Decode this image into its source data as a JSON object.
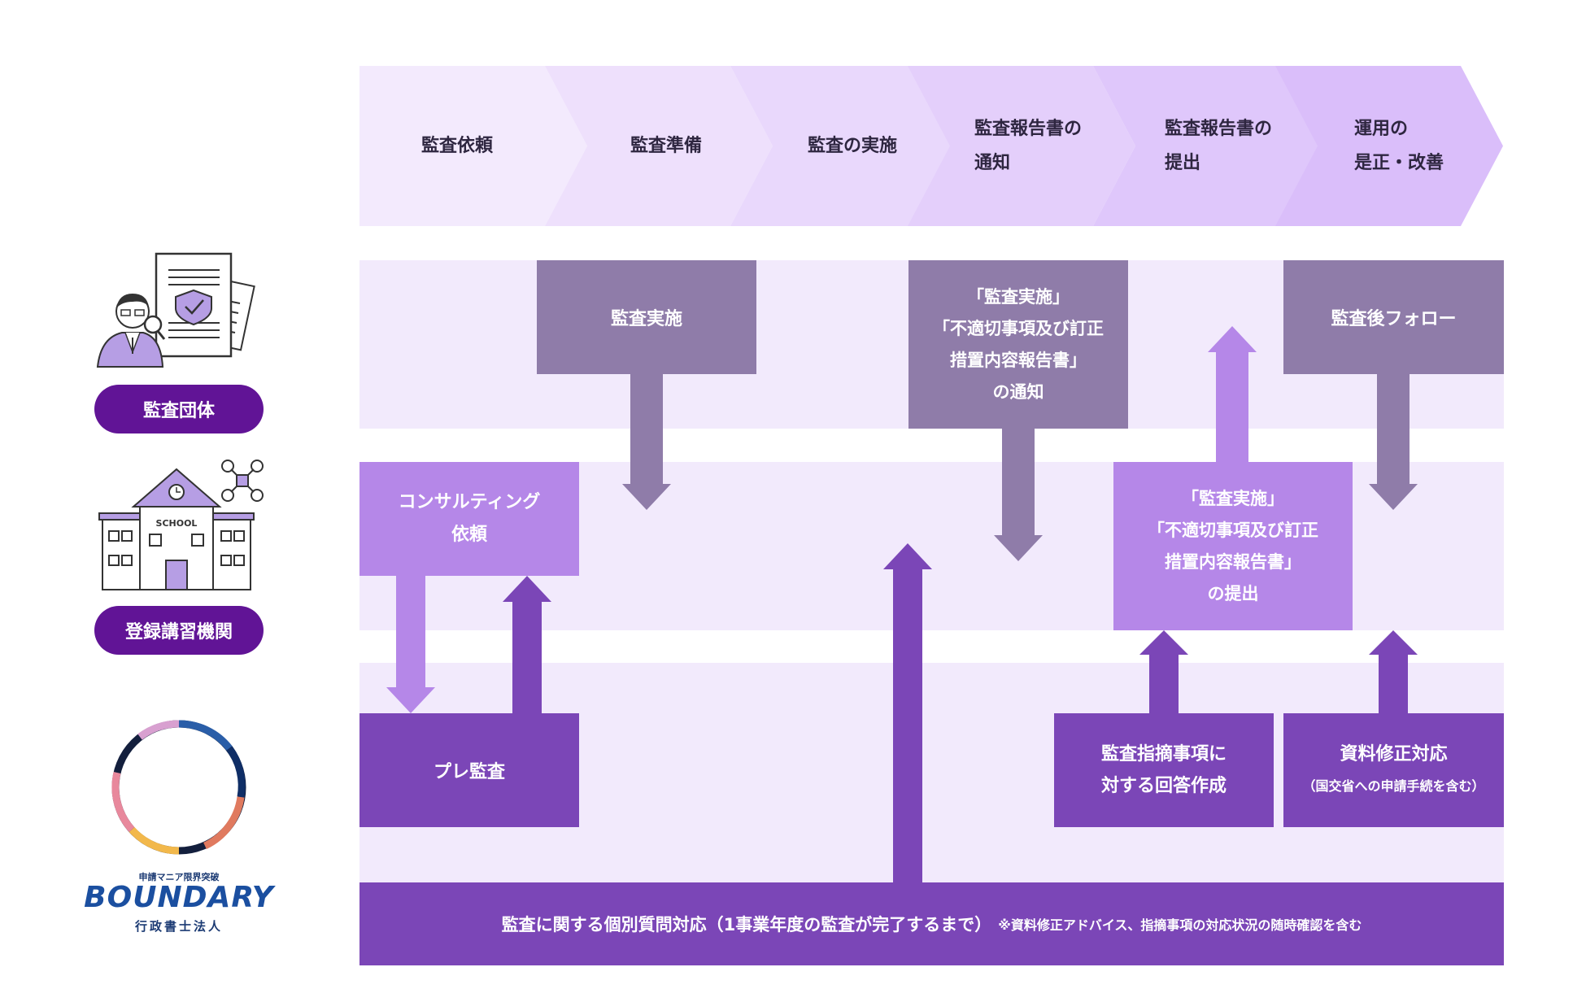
{
  "steps": [
    {
      "line1": "監査依頼",
      "line2": ""
    },
    {
      "line1": "監査準備",
      "line2": ""
    },
    {
      "line1": "監査の実施",
      "line2": ""
    },
    {
      "line1": "監査報告書の",
      "line2": "通知"
    },
    {
      "line1": "監査報告書の",
      "line2": "提出"
    },
    {
      "line1": "運用の",
      "line2": "是正・改善"
    }
  ],
  "actors": {
    "audit_group": "監査団体",
    "training_org": "登録講習機関",
    "school_sign": "SCHOOL"
  },
  "boxes": {
    "audit_exec": "監査実施",
    "notify_l1": "「監査実施」",
    "notify_l2": "「不適切事項及び訂正",
    "notify_l3": "措置内容報告書」",
    "notify_l4": "の通知",
    "follow": "監査後フォロー",
    "consult_l1": "コンサルティング",
    "consult_l2": "依頼",
    "submit_l1": "「監査実施」",
    "submit_l2": "「不適切事項及び訂正",
    "submit_l3": "措置内容報告書」",
    "submit_l4": "の提出",
    "pre_audit": "プレ監査",
    "answer_l1": "監査指摘事項に",
    "answer_l2": "対する回答作成",
    "revise_l1": "資料修正対応",
    "revise_l2": "（国交省への申請手続を含む）",
    "bottom_main": "監査に関する個別質問対応（1事業年度の監査が完了するまで）",
    "bottom_note": "※資料修正アドバイス、指摘事項の対応状況の随時確認を含む"
  },
  "logo": {
    "tagline": "申請マニア限界突破",
    "name": "BOUNDARY",
    "subtitle": "行政書士法人"
  },
  "colors": {
    "step_shades": [
      "#f3eafd",
      "#eee0fc",
      "#e9d8fc",
      "#e4cffb",
      "#dfc7fb",
      "#dabefa"
    ],
    "band": "#f2eafc",
    "gray_box": "#8f7ca9",
    "lavender_box": "#b587e8",
    "purple_box": "#7b46b7",
    "pill": "#611496",
    "logo_text": "#1b4fa0"
  }
}
